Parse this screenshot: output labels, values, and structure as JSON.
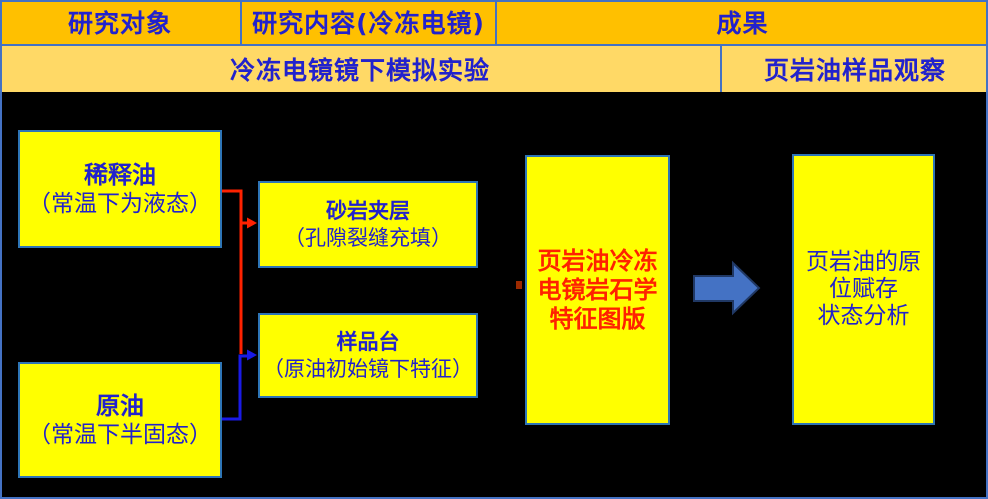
{
  "header": {
    "row1": [
      {
        "label": "研究对象"
      },
      {
        "label": "研究内容(冷冻电镜)"
      },
      {
        "label": "成果"
      }
    ],
    "row2": [
      {
        "label": "冷冻电镜镜下模拟实验"
      },
      {
        "label": "页岩油样品观察"
      }
    ]
  },
  "boxes": {
    "diluted_oil": {
      "title": "稀释油",
      "subtitle": "（常温下为液态）"
    },
    "crude_oil": {
      "title": "原油",
      "subtitle": "（常温下半固态）"
    },
    "sandstone_interlayer": {
      "title": "砂岩夹层",
      "subtitle": "（孔隙裂缝充填）"
    },
    "sample_stage": {
      "title": "样品台",
      "subtitle": "（原油初始镜下特征）"
    },
    "cryo_em_chart": {
      "lines": [
        "页岩油冷冻",
        "电镜岩石学",
        "特征图版"
      ]
    },
    "in_situ_analysis": {
      "lines": [
        "页岩油的原",
        "位赋存",
        "状态分析"
      ]
    }
  },
  "colors": {
    "header_row1_bg": "#FFC000",
    "header_row2_bg": "#FFD966",
    "header_text": "#2222CC",
    "box_bg": "#FFFF00",
    "box_border": "#2E75B6",
    "box_text": "#2222CC",
    "red_text": "#FF2200",
    "red_connector": "#FF2200",
    "blue_connector": "#1A1AE6",
    "block_arrow_fill": "#4472C4",
    "block_arrow_outline": "#203864",
    "background": "#000000",
    "frame_border": "#4472C4"
  }
}
